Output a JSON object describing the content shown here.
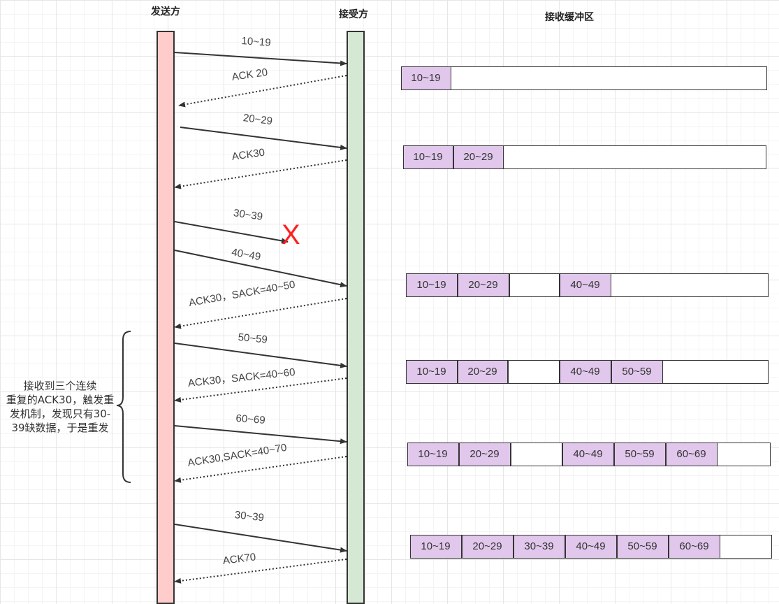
{
  "headers": {
    "sender": "发送方",
    "receiver": "接受方",
    "buffer": "接收缓冲区"
  },
  "colors": {
    "sender_lifeline": "#ffcccc",
    "receiver_lifeline": "#d5e8d4",
    "segment_fill": "#e1c7ec",
    "lost_marker": "#ff1f1f"
  },
  "messages": [
    {
      "label": "10~19",
      "direction": "to-receiver",
      "style": "solid"
    },
    {
      "label": "ACK 20",
      "direction": "to-sender",
      "style": "dotted"
    },
    {
      "label": "20~29",
      "direction": "to-receiver",
      "style": "solid"
    },
    {
      "label": "ACK30",
      "direction": "to-sender",
      "style": "dotted"
    },
    {
      "label": "30~39",
      "direction": "to-receiver",
      "style": "solid",
      "lost": true
    },
    {
      "label": "40~49",
      "direction": "to-receiver",
      "style": "solid"
    },
    {
      "label": "ACK30，SACK=40~50",
      "direction": "to-sender",
      "style": "dotted"
    },
    {
      "label": "50~59",
      "direction": "to-receiver",
      "style": "solid"
    },
    {
      "label": "ACK30，SACK=40~60",
      "direction": "to-sender",
      "style": "dotted"
    },
    {
      "label": "60~69",
      "direction": "to-receiver",
      "style": "solid"
    },
    {
      "label": "ACK30,SACK=40~70",
      "direction": "to-sender",
      "style": "dotted"
    },
    {
      "label": "30~39",
      "direction": "to-receiver",
      "style": "solid"
    },
    {
      "label": "ACK70",
      "direction": "to-sender",
      "style": "dotted"
    }
  ],
  "lost_marker": "X",
  "note": {
    "lines": [
      "接收到三个连续",
      "重复的ACK30，触发重",
      "发机制，发现只有30-",
      "39缺数据，于是重发"
    ]
  },
  "buffers": [
    {
      "segments": [
        {
          "label": "10~19",
          "filled": true
        }
      ]
    },
    {
      "segments": [
        {
          "label": "10~19",
          "filled": true
        },
        {
          "label": "20~29",
          "filled": true
        }
      ]
    },
    {
      "segments": [
        {
          "label": "10~19",
          "filled": true
        },
        {
          "label": "20~29",
          "filled": true
        },
        {
          "label": "",
          "filled": false
        },
        {
          "label": "40~49",
          "filled": true
        }
      ]
    },
    {
      "segments": [
        {
          "label": "10~19",
          "filled": true
        },
        {
          "label": "20~29",
          "filled": true
        },
        {
          "label": "",
          "filled": false
        },
        {
          "label": "40~49",
          "filled": true
        },
        {
          "label": "50~59",
          "filled": true
        }
      ]
    },
    {
      "segments": [
        {
          "label": "10~19",
          "filled": true
        },
        {
          "label": "20~29",
          "filled": true
        },
        {
          "label": "",
          "filled": false
        },
        {
          "label": "40~49",
          "filled": true
        },
        {
          "label": "50~59",
          "filled": true
        },
        {
          "label": "60~69",
          "filled": true
        }
      ]
    },
    {
      "segments": [
        {
          "label": "10~19",
          "filled": true
        },
        {
          "label": "20~29",
          "filled": true
        },
        {
          "label": "30~39",
          "filled": true
        },
        {
          "label": "40~49",
          "filled": true
        },
        {
          "label": "50~59",
          "filled": true
        },
        {
          "label": "60~69",
          "filled": true
        }
      ]
    }
  ]
}
